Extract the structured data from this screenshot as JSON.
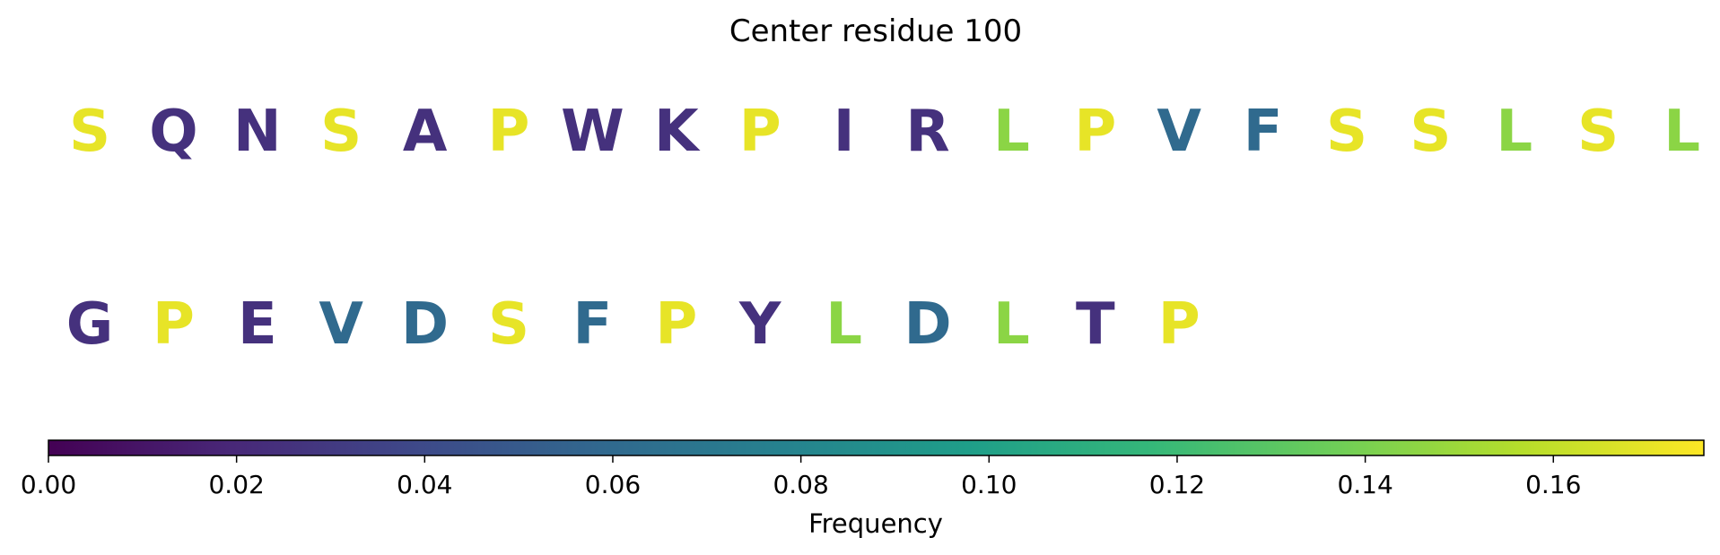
{
  "chart_data": {
    "type": "heatmap",
    "title": "Center residue 100",
    "rows": [
      {
        "residues": [
          "S",
          "Q",
          "N",
          "S",
          "A",
          "P",
          "W",
          "K",
          "P",
          "I",
          "R",
          "L",
          "P",
          "V",
          "F",
          "S",
          "S",
          "L",
          "S",
          "L"
        ],
        "frequencies": [
          0.17,
          0.025,
          0.025,
          0.17,
          0.025,
          0.17,
          0.025,
          0.025,
          0.17,
          0.025,
          0.025,
          0.145,
          0.17,
          0.06,
          0.06,
          0.17,
          0.17,
          0.145,
          0.17,
          0.145
        ]
      },
      {
        "residues": [
          "G",
          "P",
          "E",
          "V",
          "D",
          "S",
          "F",
          "P",
          "Y",
          "L",
          "D",
          "L",
          "T",
          "P"
        ],
        "frequencies": [
          0.025,
          0.17,
          0.025,
          0.06,
          0.06,
          0.17,
          0.06,
          0.17,
          0.025,
          0.145,
          0.06,
          0.145,
          0.025,
          0.17
        ]
      }
    ],
    "colorbar": {
      "label": "Frequency",
      "range": [
        0,
        0.176
      ],
      "ticks": [
        "0.00",
        "0.02",
        "0.04",
        "0.06",
        "0.08",
        "0.10",
        "0.12",
        "0.14",
        "0.16"
      ],
      "colormap": "viridis",
      "colormap_stops": [
        "#440154",
        "#482878",
        "#3e4989",
        "#31688e",
        "#26828e",
        "#1f9e89",
        "#35b779",
        "#6ece58",
        "#b5de2b",
        "#fde725"
      ]
    }
  }
}
